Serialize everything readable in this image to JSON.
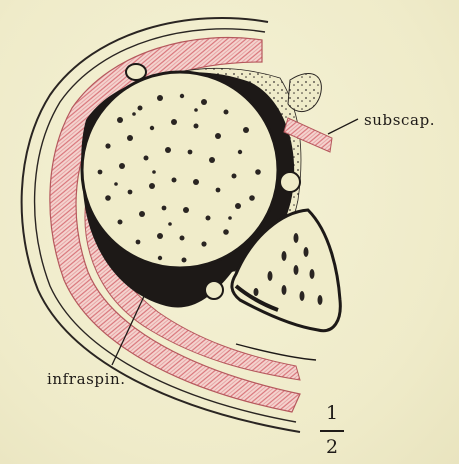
{
  "figure": {
    "labels": {
      "subscap": "subscap.",
      "infraspin": "infraspin."
    },
    "fraction": {
      "numerator": "1",
      "denominator": "2"
    }
  },
  "colors": {
    "paper": "#f2efcf",
    "ink": "#1f1b18",
    "muscle_red": "#d9747a",
    "bone_fill": "#f0ecca"
  }
}
